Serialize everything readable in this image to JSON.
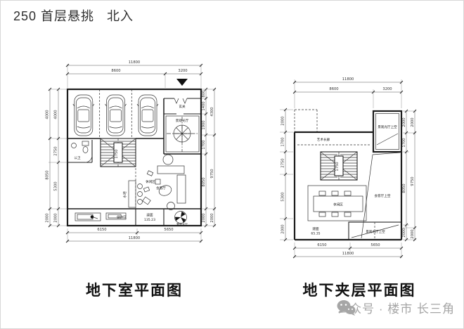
{
  "page": {
    "title": "250 首层悬挑   北入"
  },
  "watermark": {
    "text": "公众号 · 楼市 长三角"
  },
  "basement": {
    "caption": "地下室平面图",
    "rooms": {
      "entry": "玄关",
      "light_hall": "景观光厅",
      "toilet": "公卫",
      "bar": "水吧",
      "leisure": "休闲区",
      "reception": "会客厅",
      "gym": "健身区",
      "water_hall": "景观水厅"
    },
    "area": {
      "label": "建面",
      "value": "135.23"
    },
    "stair_width": "1750",
    "dims": {
      "top_total": "11800",
      "top_left": "8600",
      "top_right": "3200",
      "bottom_left": "6150",
      "bottom_right": "5650",
      "bottom_total": "11800",
      "left_outer": [
        "4000",
        "8050",
        "2000"
      ],
      "left_inner": [
        "4000",
        "2750",
        "5300",
        "2000"
      ],
      "right_inner": [
        "800",
        "1400",
        "1900",
        "1700",
        "8050",
        "2000"
      ],
      "right_outer": [
        "4300",
        "9750",
        "2000"
      ]
    }
  },
  "mezzanine": {
    "caption": "地下夹层平面图",
    "rooms": {
      "light_hall_void": "景观光厅上空",
      "art_corridor": "艺术长廊",
      "leisure": "休闲区",
      "reception_void": "会客厅上空",
      "water_hall_void": "景观水厅上空"
    },
    "area": {
      "label": "建面",
      "value": "65.35"
    },
    "stair_width": "1750",
    "dims": {
      "top_total": "11800",
      "top_left": "8600",
      "top_right": "3200",
      "bottom_left": "6150",
      "bottom_right": "5650",
      "bottom_total": "11800",
      "left": [
        "2000",
        "1700",
        "2750",
        "5300",
        "2000"
      ],
      "right_inner": [
        "2000",
        "1700",
        "8050",
        "2000"
      ],
      "right_outer": [
        "2000",
        "9750",
        "2000"
      ]
    }
  }
}
